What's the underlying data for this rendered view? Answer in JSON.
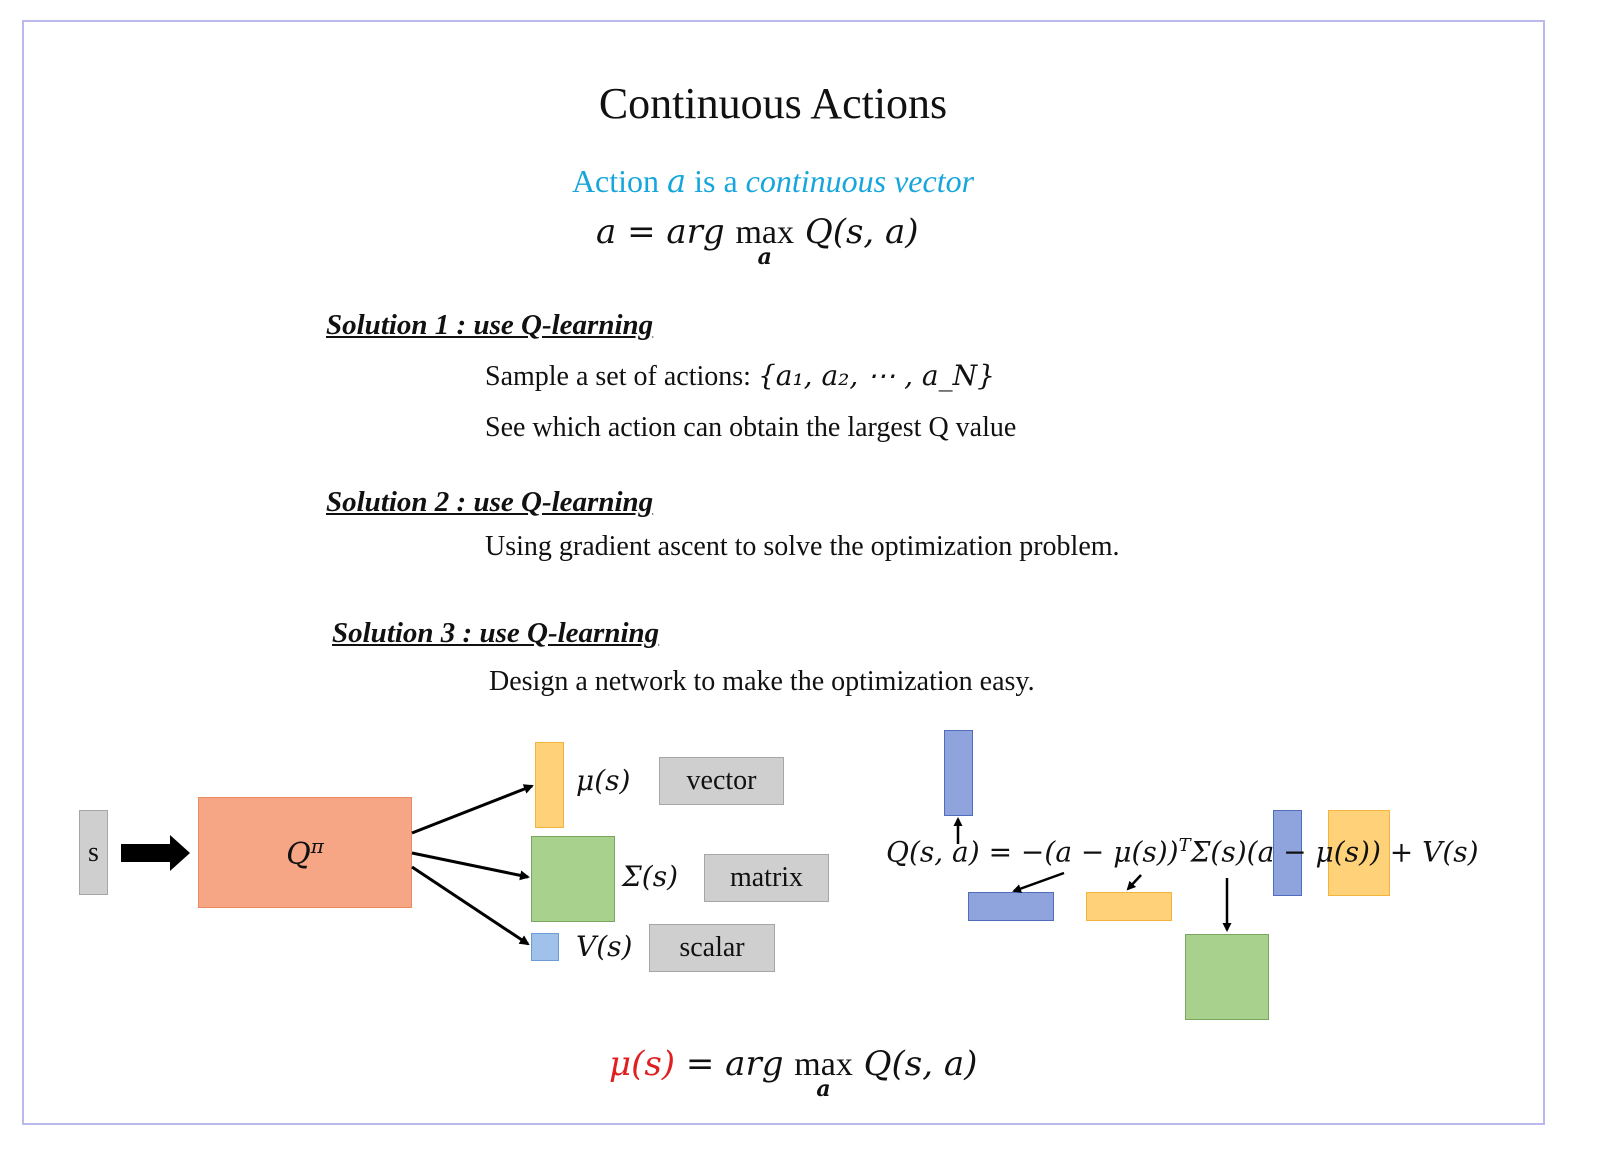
{
  "slide": {
    "title": "Continuous  Actions",
    "subtitle": {
      "prefix": "Action ",
      "var": "a",
      "middle": " is a ",
      "emph": "continuous vector"
    },
    "equation1": {
      "lhs": "a = arg ",
      "op": "max",
      "sub": "a",
      "rhs": " Q(s, a)"
    },
    "solution1": {
      "heading": "Solution 1 :  use Q-learning",
      "line1_text": "Sample a set of actions: ",
      "line1_math": "{a₁, a₂, ⋯ , a_N}",
      "line2": "See which action can obtain the largest Q value"
    },
    "solution2": {
      "heading": "Solution 2 :  use Q-learning",
      "line1": "Using gradient ascent to solve the optimization problem."
    },
    "solution3": {
      "heading": "Solution 3 :  use Q-learning",
      "line1": "Design a network to make the optimization easy."
    },
    "network": {
      "input_label": "s",
      "q_label": "Q",
      "q_sup": "π",
      "mu_label": "μ(s)",
      "sigma_label": "Σ(s)",
      "v_label": "V(s)",
      "vector_label": "vector",
      "matrix_label": "matrix",
      "scalar_label": "scalar"
    },
    "equation2": {
      "part1": "Q(s, a) = −(a − μ(s))",
      "sup": "T",
      "part2": "Σ(s)(",
      "part3": "a",
      "part4": " − ",
      "part5": "μ(s)",
      "part6": ") + V(s)"
    },
    "equation3": {
      "lhs": "μ(s)",
      "mid": " = arg ",
      "op": "max",
      "sub": "a",
      "rhs": " Q(s, a)",
      "lhs_color": "#e02020"
    },
    "colors": {
      "subtitle": "#17a6dc",
      "frame": "#b9b9ee",
      "q_box": "#f6a585",
      "mu_box": "#ffd27a",
      "sigma_box": "#a9d18e",
      "v_box": "#9fc1ea",
      "a_box": "#8fa4dc"
    }
  }
}
